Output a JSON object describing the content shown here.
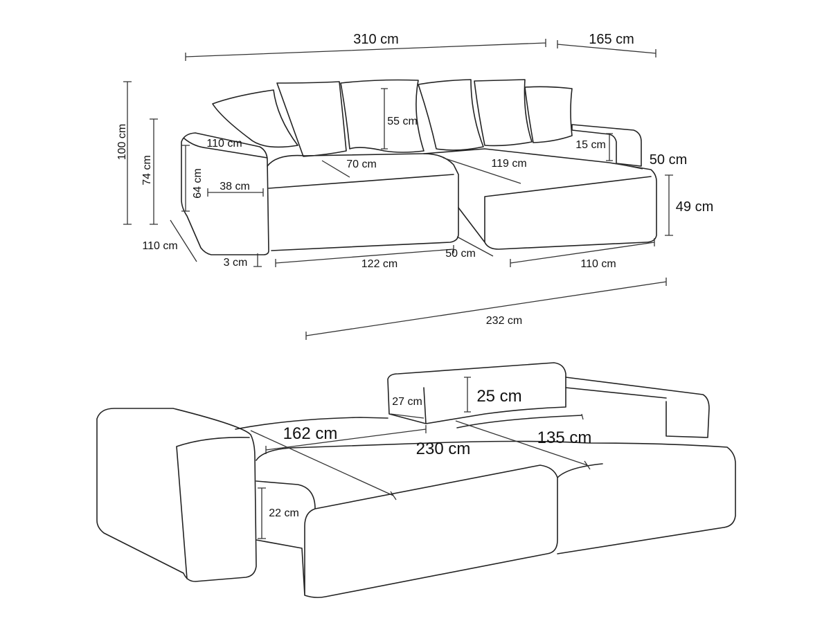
{
  "diagram": {
    "line_color": "#222222",
    "top_view": {
      "overall_width": "310 cm",
      "chaise_width": "165 cm",
      "total_height": "100 cm",
      "back_height": "74 cm",
      "arm_height": "64 cm",
      "arm_length": "110 cm",
      "arm_width": "38 cm",
      "seat_depth_left": "70 cm",
      "cushion_height": "55 cm",
      "chaise_seat_depth": "119 cm",
      "chaise_back_width": "15 cm",
      "chaise_seat_height_above": "50 cm",
      "chaise_height": "49 cm",
      "depth": "110 cm",
      "leg_height": "3 cm",
      "seat_width": "122 cm",
      "gap_width": "50 cm",
      "chaise_front_width": "110 cm",
      "chaise_length": "232 cm"
    },
    "bed_view": {
      "backrest_depth": "27 cm",
      "backrest_height": "25 cm",
      "bed_width": "162 cm",
      "bed_length": "230 cm",
      "chaise_bed_length": "135 cm",
      "bed_height": "22 cm"
    }
  }
}
